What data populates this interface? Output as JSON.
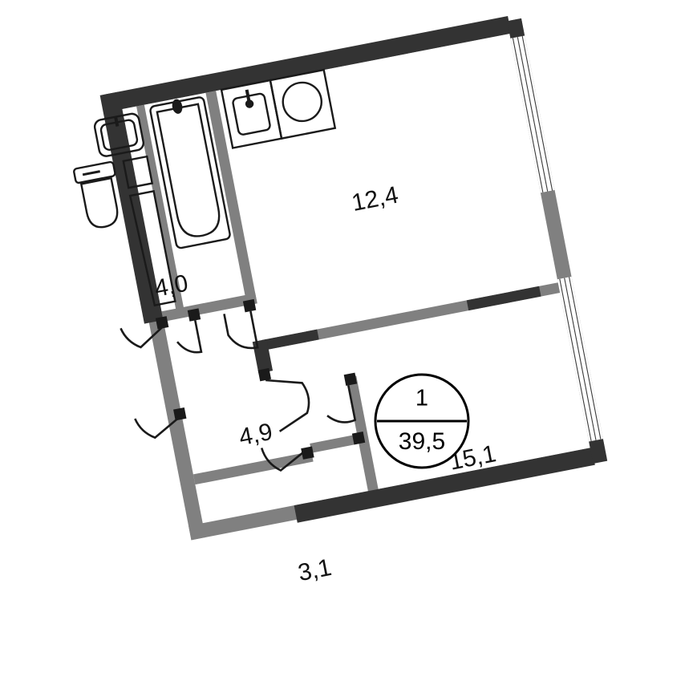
{
  "plan": {
    "type": "apartment-floor-plan",
    "rotation_deg": -11,
    "background_color": "#ffffff",
    "colors": {
      "exterior_wall_dark": "#333333",
      "interior_wall_gray": "#808080",
      "fixture_outline": "#1a1a1a",
      "door_arc": "#1a1a1a",
      "label_text": "#111111"
    },
    "badge": {
      "rooms_count": "1",
      "total_area": "39,5"
    },
    "rooms": [
      {
        "name": "kitchen-living",
        "area_label": "12,4"
      },
      {
        "name": "bathroom",
        "area_label": "4,0"
      },
      {
        "name": "hallway",
        "area_label": "4,9"
      },
      {
        "name": "bedroom-main",
        "area_label": "15,1"
      },
      {
        "name": "bedroom-small",
        "area_label": "3,1"
      }
    ],
    "fixtures": [
      "toilet",
      "washbasin",
      "bathtub",
      "kitchen-sink",
      "stove-hob",
      "closet"
    ],
    "windows_count": 2
  }
}
